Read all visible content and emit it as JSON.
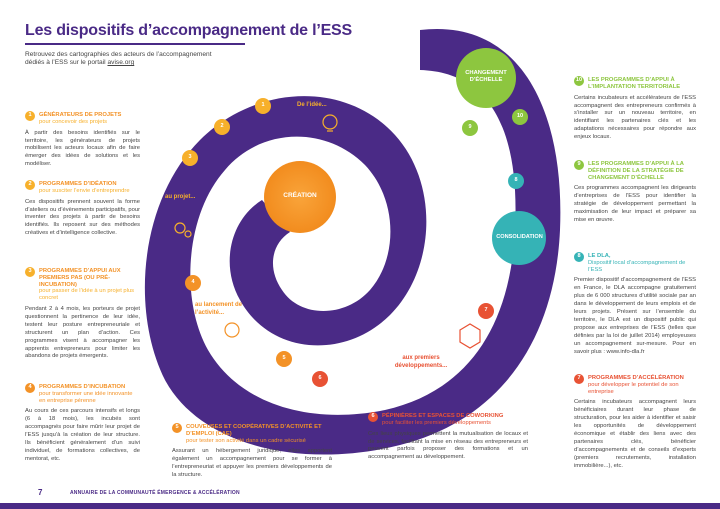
{
  "title": "Les dispositifs d’accompagnement de l’ESS",
  "intro": {
    "text": "Retrouvez des cartographies des acteurs de l’accompagnement dédiés à l’ESS sur le portail",
    "link": "avise.org"
  },
  "colors": {
    "purple": "#4a2a86",
    "orange": "#f39227",
    "green": "#8dc63f",
    "teal": "#35b3b6",
    "yellow": "#f7b02b",
    "red": "#e85234"
  },
  "left_sections": [
    {
      "num": "1",
      "color": "#f7b02b",
      "label": "GÉNÉRATEURS DE PROJETS",
      "sub": "pour concevoir des projets",
      "body": "À partir des besoins identifiés sur le territoire, les générateurs de projets mobilisent les acteurs locaux afin de faire émerger des idées de solutions et les modéliser."
    },
    {
      "num": "2",
      "color": "#f7b02b",
      "label": "PROGRAMMES D’IDÉATION",
      "sub": "pour susciter l’envie d’entreprendre",
      "body": "Ces dispositifs prennent souvent la forme d’ateliers ou d’évènements participatifs, pour inventer des projets à partir de besoins identifiés. Ils reposent sur des méthodes créatives et d’intelligence collective."
    },
    {
      "num": "3",
      "color": "#f7b02b",
      "label": "PROGRAMMES D’APPUI AUX PREMIERS PAS (OU PRÉ-INCUBATION)",
      "sub": "pour passer de l’idée à un projet plus concret",
      "body": "Pendant 2 à 4 mois, les porteurs de projet questionnent la pertinence de leur idée, testent leur posture entrepreneuriale et structurent un plan d’action. Ces programmes visent à accompagner les apprentis entrepreneurs pour limiter les abandons de projets émergents."
    },
    {
      "num": "4",
      "color": "#f39227",
      "label": "PROGRAMMES D’INCUBATION",
      "sub": "pour transformer une idée innovante en entreprise pérenne",
      "body": "Au cours de ces parcours intensifs et longs (6 à 18 mois), les incubés sont accompagnés pour faire mûrir leur projet de l’ESS jusqu’à la création de leur structure. Ils bénéficient généralement d’un suivi individuel, de formations collectives, de mentorat, etc."
    }
  ],
  "bottom_sections": [
    {
      "num": "5",
      "color": "#f39227",
      "label": "COUVEUSES ET COOPÉRATIVES D’ACTIVITÉ ET D’EMPLOI (CAE)",
      "sub": "pour tester son activité dans un cadre sécurisé",
      "body": "Assurant un hébergement juridique, elles apportent également un accompagnement pour se former à l’entrepreneuriat et appuyer les premiers développements de la structure."
    },
    {
      "num": "6",
      "color": "#e85234",
      "label": "PÉPINIÈRES ET ESPACES DE COWORKING",
      "sub": "pour faciliter les premiers développements",
      "body": "Ces lieux physiques permettent la mutualisation de locaux et de services, facilitant la mise en réseau des entrepreneurs et peuvent parfois proposer des formations et un accompagnement au développement."
    }
  ],
  "right_sections": [
    {
      "num": "10",
      "color": "#8dc63f",
      "label": "LES PROGRAMMES D’APPUI À L’IMPLANTATION TERRITORIALE",
      "sub": "",
      "body": "Certains incubateurs et accélérateurs de l’ESS accompagnent des entrepreneurs confirmés à s’installer sur un nouveau territoire, en identifiant les partenaires clés et les adaptations nécessaires pour répondre aux enjeux locaux."
    },
    {
      "num": "9",
      "color": "#8dc63f",
      "label": "LES PROGRAMMES D’APPUI À LA DÉFINITION DE LA STRATÉGIE DE CHANGEMENT D’ÉCHELLE",
      "sub": "",
      "body": "Ces programmes accompagnent les dirigeants d’entreprises de l’ESS pour identifier la stratégie de développement permettant la maximisation de leur impact et préparer sa mise en œuvre."
    },
    {
      "num": "8",
      "color": "#35b3b6",
      "label": "LE DLA,",
      "sub": "Dispositif local d’accompagnement de l’ESS",
      "body": "Premier dispositif d’accompagnement de l’ESS en France, le DLA accompagne gratuitement plus de 6 000 structures d’utilité sociale par an dans le développement de leurs emplois et de leurs projets. Présent sur l’ensemble du territoire, le DLA est un dispositif public qui propose aux entreprises de l’ESS (telles que définies par la loi de juillet 2014) employeuses un accompagnement sur-mesure. Pour en savoir plus : www.info-dla.fr"
    },
    {
      "num": "7",
      "color": "#e85234",
      "label": "PROGRAMMES D’ACCÉLÉRATION",
      "sub": "pour développer le potentiel de son entreprise",
      "body": "Certains incubateurs accompagnent leurs bénéficiaires durant leur phase de structuration, pour les aider à identifier et saisir les opportunités de développement économique et établir des liens avec des partenaires clés, bénéficier d’accompagnements et de conseils d’experts (premiers recrutements, installation immobilière...), etc."
    }
  ],
  "spiral": {
    "center": "CRÉATION",
    "consolidation": "CONSOLIDATION",
    "changement": "CHANGEMENT D’ÉCHELLE",
    "stage_idee": "De l’idée...",
    "stage_projet": "au projet...",
    "stage_lancement": "au lancement de l’activité...",
    "stage_dev": "aux premiers développements...",
    "markers": [
      "1",
      "2",
      "3",
      "4",
      "5",
      "6",
      "7",
      "8",
      "9",
      "10"
    ]
  },
  "footer": {
    "page": "7",
    "text": "ANNUAIRE DE LA COMMUNAUTÉ ÉMERGENCE & ACCÉLÉRATION"
  }
}
